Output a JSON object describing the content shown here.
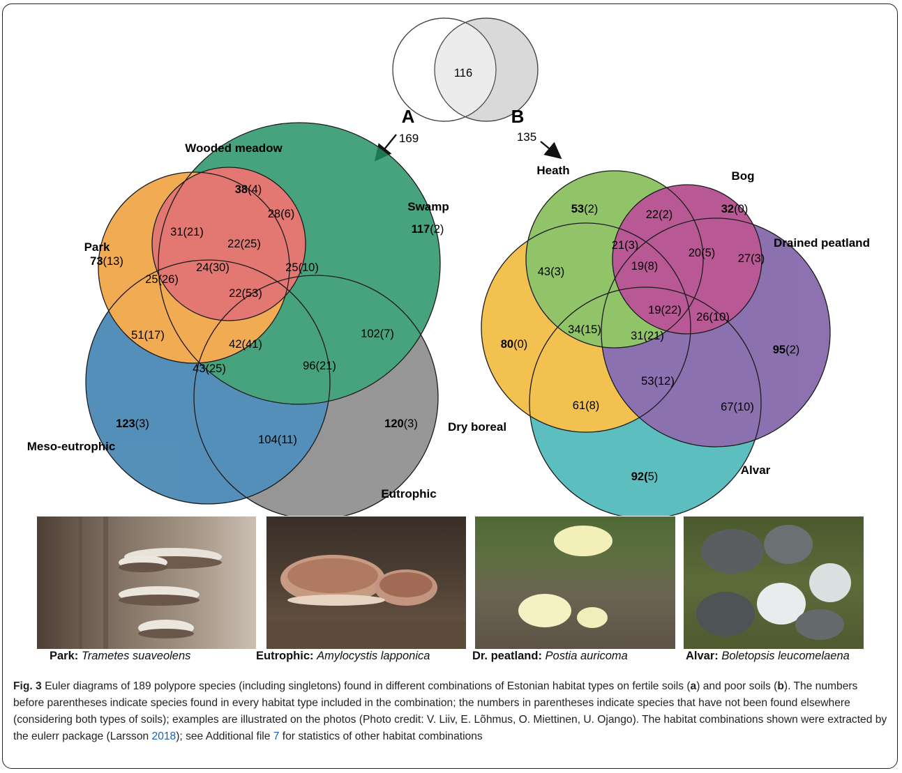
{
  "top_venn": {
    "overlap": "116",
    "label_a": "A",
    "count_a": "169",
    "label_b": "B",
    "count_b": "135"
  },
  "diagram_a": {
    "labels": [
      "Wooded meadow",
      "Swamp",
      "Park",
      "Meso-eutrophic",
      "Eutrophic"
    ],
    "colors": {
      "wooded_meadow": "#e3665e",
      "swamp": "#3a9e77",
      "park": "#f0a040",
      "meso_eutrophic": "#4683ad",
      "eutrophic": "#8e8e8e"
    },
    "regions": [
      {
        "bold": "38",
        "rest": "(4)"
      },
      {
        "bold": "117",
        "rest": "(2)"
      },
      {
        "bold": "73",
        "rest": "(13)"
      },
      {
        "bold": "123",
        "rest": "(3)"
      },
      {
        "bold": "120",
        "rest": "(3)"
      },
      {
        "bold": "",
        "rest": "31(21)"
      },
      {
        "bold": "",
        "rest": "28(6)"
      },
      {
        "bold": "",
        "rest": "22(25)"
      },
      {
        "bold": "",
        "rest": "24(30)"
      },
      {
        "bold": "",
        "rest": "25(10)"
      },
      {
        "bold": "",
        "rest": "25(26)"
      },
      {
        "bold": "",
        "rest": "22(53)"
      },
      {
        "bold": "",
        "rest": "51(17)"
      },
      {
        "bold": "",
        "rest": "42(41)"
      },
      {
        "bold": "",
        "rest": "102(7)"
      },
      {
        "bold": "",
        "rest": "43(25)"
      },
      {
        "bold": "",
        "rest": "96(21)"
      },
      {
        "bold": "",
        "rest": "104(11)"
      }
    ]
  },
  "diagram_b": {
    "labels": [
      "Heath",
      "Bog",
      "Drained peatland",
      "Dry boreal",
      "Alvar"
    ],
    "colors": {
      "heath": "#8dc063",
      "bog": "#b24a8e",
      "drained_peatland": "#8466a8",
      "dry_boreal": "#f1bf45",
      "alvar": "#5dbcbd"
    },
    "regions": [
      {
        "bold": "53",
        "rest": "(2)"
      },
      {
        "bold": "32",
        "rest": "(0)"
      },
      {
        "bold": "80",
        "rest": "(0)"
      },
      {
        "bold": "95",
        "rest": "(2)"
      },
      {
        "bold": "92(",
        "rest": "5)"
      },
      {
        "bold": "",
        "rest": "22(2)"
      },
      {
        "bold": "",
        "rest": "21(3)"
      },
      {
        "bold": "",
        "rest": "20(5)"
      },
      {
        "bold": "",
        "rest": "27(3)"
      },
      {
        "bold": "",
        "rest": "43(3)"
      },
      {
        "bold": "",
        "rest": "19(8)"
      },
      {
        "bold": "",
        "rest": "19(22)"
      },
      {
        "bold": "",
        "rest": "26(10)"
      },
      {
        "bold": "",
        "rest": "34(15)"
      },
      {
        "bold": "",
        "rest": "31(21)"
      },
      {
        "bold": "",
        "rest": "53(12)"
      },
      {
        "bold": "",
        "rest": "61(8)"
      },
      {
        "bold": "",
        "rest": "67(10)"
      }
    ]
  },
  "photos": [
    {
      "habitat": "Park:",
      "species": "Trametes suaveolens",
      "icon": "bracket-fungus-on-bark-photo"
    },
    {
      "habitat": "Eutrophic:",
      "species": "Amylocystis lapponica",
      "icon": "fungus-on-log-photo"
    },
    {
      "habitat": "Dr. peatland:",
      "species": "Postia auricoma",
      "icon": "yellow-fungus-on-moss-photo"
    },
    {
      "habitat": "Alvar:",
      "species": "Boletopsis leucomelaena",
      "icon": "grey-mushrooms-photo"
    }
  ],
  "caption": {
    "fig": "Fig. 3",
    "t1": " Euler diagrams of 189 polypore species (including singletons) found in different combinations of Estonian habitat types on fertile soils (",
    "a": "a",
    "t2": ") and poor soils (",
    "b": "b",
    "t3": "). The numbers before parentheses indicate species found in every habitat type included in the combination; the numbers in parentheses indicate species that have not been found elsewhere (considering both types of soils); examples are illustrated on the photos (Photo credit: V. Liiv, E. Lõhmus, O. Miettinen, U. Ojango). The habitat combinations shown were extracted by the eulerr package (Larsson ",
    "year": "2018",
    "t4": "); see Additional file ",
    "file": "7",
    "t5": " for statistics of other habitat combinations"
  }
}
